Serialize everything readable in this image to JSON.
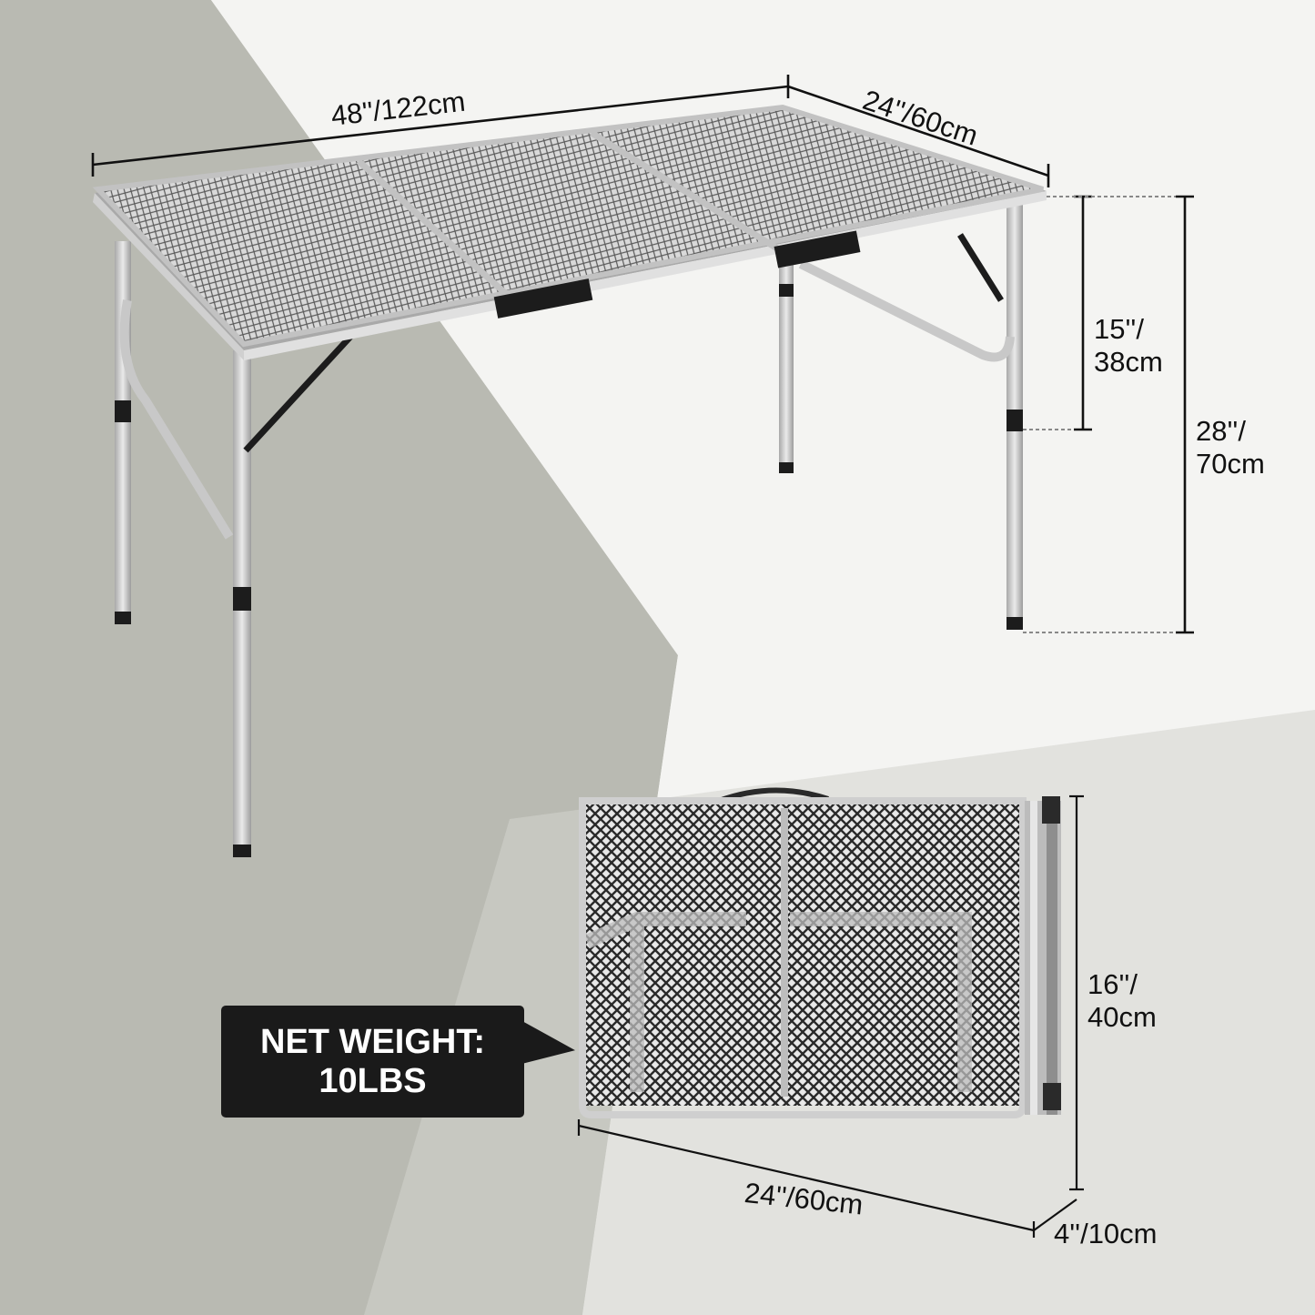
{
  "theme": {
    "background_light": "#f4f4f2",
    "background_shadow": "#b9bab2",
    "dimension_line": "#111111",
    "callout_bg": "#1a1a1a",
    "callout_text": "#ffffff",
    "frame_silver": "#c9c9c9",
    "mesh_dark": "#3a3a3a",
    "leg_cap": "#1c1c1c"
  },
  "unfolded_table": {
    "length_label": "48''/122cm",
    "width_label": "24''/60cm",
    "low_height": {
      "line1": "15''/",
      "line2": "38cm"
    },
    "high_height": {
      "line1": "28''/",
      "line2": "70cm"
    }
  },
  "folded_table": {
    "height": {
      "line1": "16''/",
      "line2": "40cm"
    },
    "width_label": "24''/60cm",
    "depth_label": "4''/10cm"
  },
  "callout": {
    "line1": "NET WEIGHT:",
    "line2": "10LBS"
  }
}
